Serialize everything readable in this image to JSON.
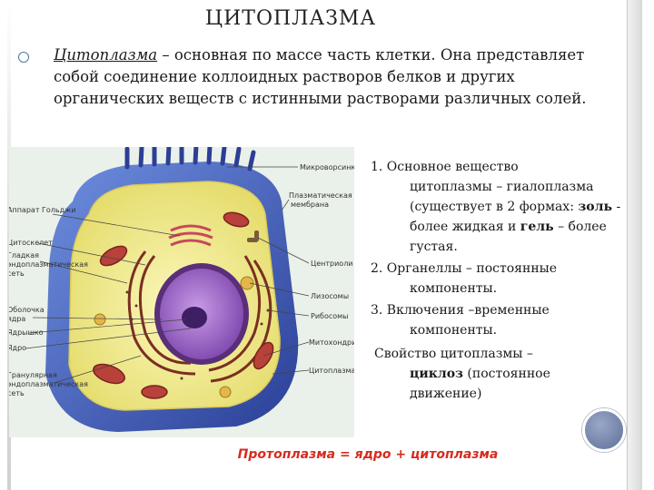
{
  "slide": {
    "title": "ЦИТОПЛАЗМА",
    "intro": {
      "term": "Цитоплазма",
      "text": " – основная по массе часть клетки. Она представляет собой соединение коллоидных растворов белков и других органических веществ с истинными растворами различных солей."
    },
    "list": [
      {
        "lead": "1. Основное вещество",
        "rest_a": "цитоплазмы – гиалоплазма (существует в 2 формах: ",
        "bold1": "золь",
        "rest_b": " - более жидкая и ",
        "bold2": "гель",
        "rest_c": " – более густая."
      },
      {
        "lead": "2. Органеллы – постоянные",
        "rest": "компоненты."
      },
      {
        "lead": "3. Включения –временные",
        "rest": "компоненты."
      }
    ],
    "property": {
      "lead": "Свойство цитоплазмы –",
      "bold": "циклоз",
      "rest": " (постоянное движение)"
    },
    "formula": "Протоплазма = ядро + цитоплазма"
  },
  "figure": {
    "labels_right": [
      "Микроворсинки",
      "Плазматическая",
      "мембрана",
      "Центриоли",
      "Лизосомы",
      "Рибосомы",
      "Митохондрии",
      "Цитоплазма"
    ],
    "labels_left": [
      "Аппарат Гольджи",
      "Цитоскелет",
      "Гладкая",
      "эндоплазматическая",
      "сеть",
      "Оболочка",
      "ядра",
      "Ядрышко",
      "Ядро",
      "Гранулярная",
      "эндоплазматическая",
      "сеть"
    ],
    "colors": {
      "membrane": "#3a58b8",
      "cytoplasm": "#f2ec8a",
      "nucleus": "#9c5fc8",
      "mito": "#b8413a",
      "er": "#7a2f22"
    }
  }
}
